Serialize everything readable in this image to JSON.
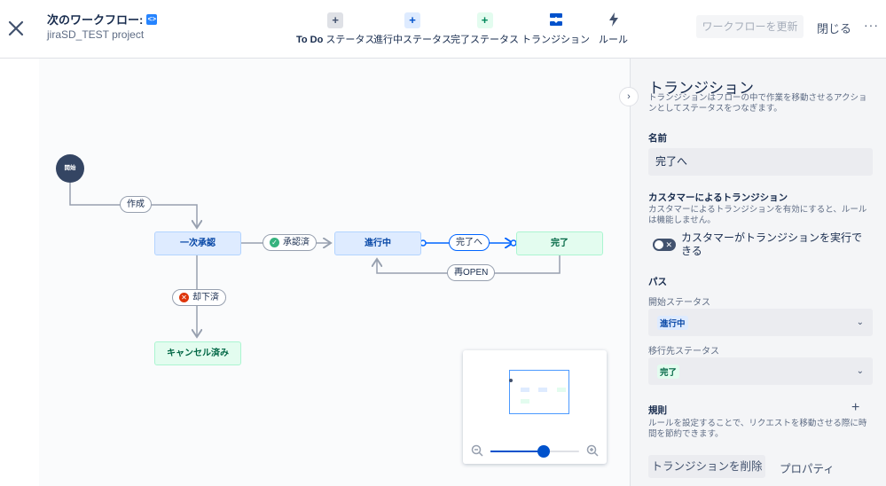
{
  "header": {
    "title": "次のワークフロー:",
    "title_badge": "<>",
    "subtitle": "jiraSD_TEST project",
    "tools": [
      {
        "prefix": "To Do",
        "label": " ステータス",
        "icon": "+"
      },
      {
        "prefix": "",
        "label": "進行中ステータス",
        "icon": "+"
      },
      {
        "prefix": "",
        "label": "完了ステータス",
        "icon": "+"
      },
      {
        "prefix": "",
        "label": "トランジション",
        "icon": "transition-icon"
      },
      {
        "prefix": "",
        "label": "ルール",
        "icon": "lightning-icon"
      }
    ],
    "update_button": "ワークフローを更新",
    "close_button": "閉じる",
    "more_button": "···"
  },
  "diagram": {
    "start": "開始",
    "nodes": {
      "approve1": "一次承認",
      "inprogress": "進行中",
      "done": "完了",
      "cancelled": "キャンセル済み"
    },
    "transitions": {
      "create": "作成",
      "approved": "承認済",
      "to_done": "完了へ",
      "reopen": "再OPEN",
      "rejected": "却下済"
    }
  },
  "zoom": {
    "level": 0.6,
    "minus": "−",
    "plus": "+"
  },
  "panel": {
    "title": "トランジション",
    "description": "トランジションはフローの中で作業を移動させるアクションとしてステータスをつなぎます。",
    "name_label": "名前",
    "name_value": "完了へ",
    "customer_label": "カスタマーによるトランジション",
    "customer_desc": "カスタマーによるトランジションを有効にすると、ルールは機能しません。",
    "customer_toggle_label": "カスタマーがトランジションを実行できる",
    "path_label": "パス",
    "from_label": "開始ステータス",
    "from_value": "進行中",
    "to_label": "移行先ステータス",
    "to_value": "完了",
    "rules_label": "規則",
    "rules_desc": "ルールを設定することで、リクエストを移動させる際に時間を節約できます。",
    "delete_button": "トランジションを削除",
    "properties_button": "プロパティ"
  },
  "colors": {
    "todo_bg": "#deebff",
    "todo_text": "#0747a6",
    "done_bg": "#e3fcef",
    "done_text": "#006644",
    "selected": "#0065ff",
    "connector": "#97a0af"
  }
}
